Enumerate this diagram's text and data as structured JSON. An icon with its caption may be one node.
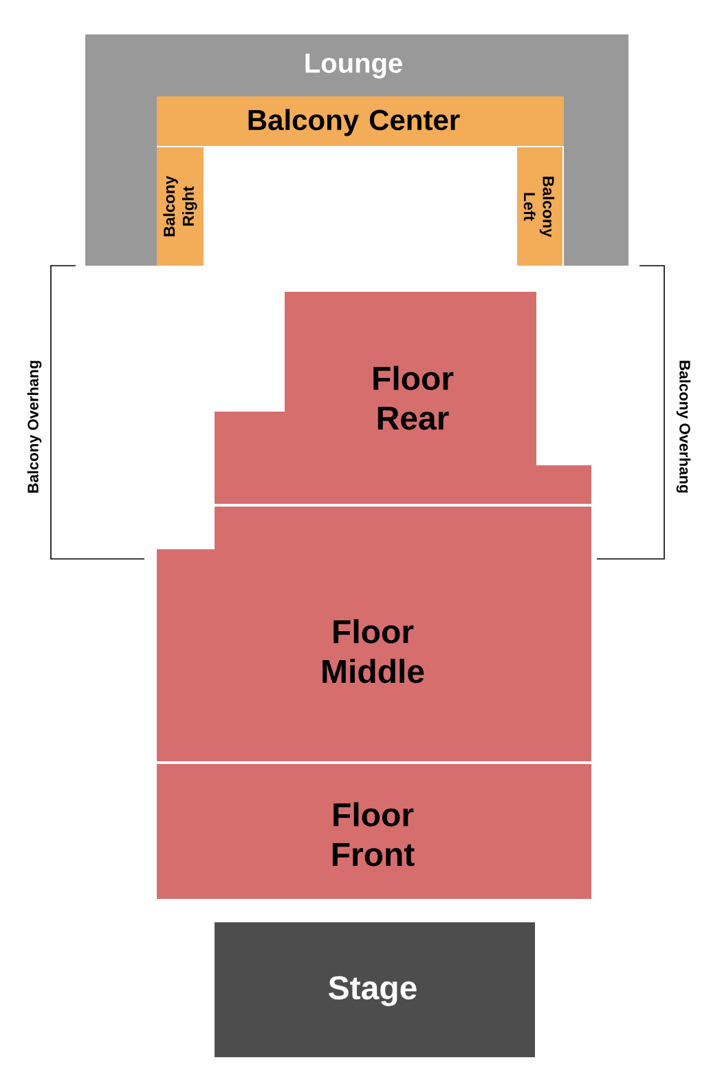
{
  "diagram": {
    "nodes": [
      {
        "text": [
          "Lounge"
        ]
      },
      {
        "text": [
          "Balcony Center"
        ]
      },
      {
        "text": [
          "Balcony Right"
        ]
      },
      {
        "text": [
          "Balcony Left"
        ]
      },
      {
        "text": [
          "Floor Rear"
        ]
      },
      {
        "text": [
          "Floor Middle"
        ]
      },
      {
        "text": [
          "Floor Front"
        ]
      },
      {
        "text": [
          "Stage"
        ]
      }
    ],
    "labels": [
      "Balcony Overhang",
      "Balcony Overhang"
    ]
  }
}
